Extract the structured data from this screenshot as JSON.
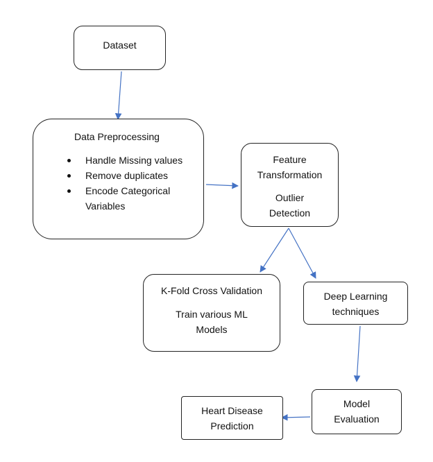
{
  "diagram": {
    "dataset": {
      "label": "Dataset"
    },
    "preprocessing": {
      "title": "Data Preprocessing",
      "bullets": [
        "Handle Missing values",
        "Remove duplicates",
        "Encode Categorical"
      ],
      "continuation": "Variables"
    },
    "feature": {
      "line1": "Feature",
      "line2": "Transformation",
      "line3": "Outlier",
      "line4": "Detection"
    },
    "kfold": {
      "line1": "K-Fold Cross Validation",
      "line2": "Train various ML",
      "line3": "Models"
    },
    "deep": {
      "line1": "Deep Learning",
      "line2": "techniques"
    },
    "evaluation": {
      "line1": "Model",
      "line2": "Evaluation"
    },
    "prediction": {
      "line1": "Heart Disease",
      "line2": "Prediction"
    },
    "arrow_color": "#4472C4"
  }
}
